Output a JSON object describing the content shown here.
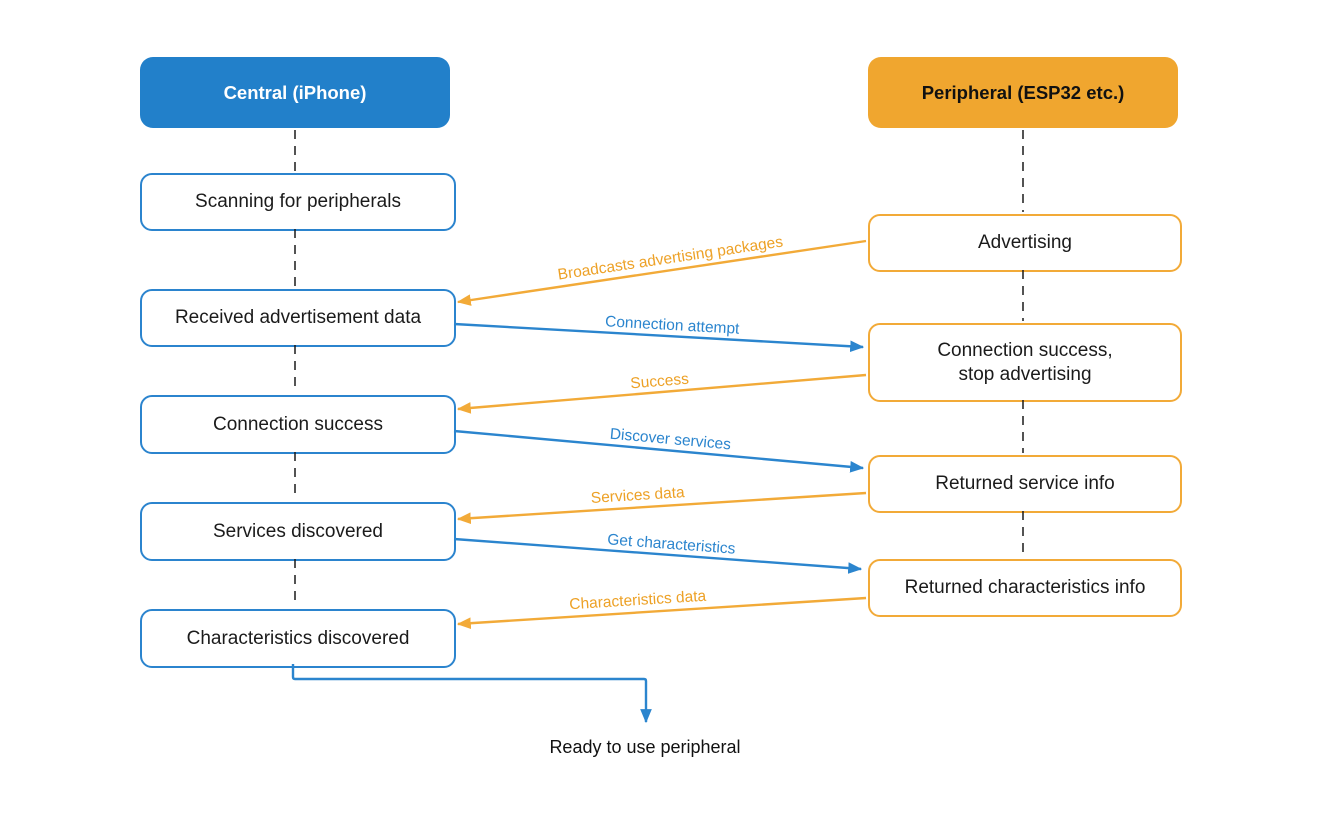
{
  "diagram": {
    "actors": [
      {
        "id": "central",
        "label": "Central (iPhone)"
      },
      {
        "id": "peripheral",
        "label": "Peripheral (ESP32 etc.)"
      }
    ],
    "central_steps": [
      "Scanning for peripherals",
      "Received advertisement data",
      "Connection success",
      "Services discovered",
      "Characteristics discovered"
    ],
    "peripheral_steps": [
      "Advertising",
      "Connection success,\nstop advertising",
      "Returned service info",
      "Returned characteristics info"
    ],
    "messages": [
      {
        "label": "Broadcasts advertising packages",
        "from": "peripheral",
        "to": "central",
        "color": "orange"
      },
      {
        "label": "Connection attempt",
        "from": "central",
        "to": "peripheral",
        "color": "blue"
      },
      {
        "label": "Success",
        "from": "peripheral",
        "to": "central",
        "color": "orange"
      },
      {
        "label": "Discover services",
        "from": "central",
        "to": "peripheral",
        "color": "blue"
      },
      {
        "label": "Services data",
        "from": "peripheral",
        "to": "central",
        "color": "orange"
      },
      {
        "label": "Get characteristics",
        "from": "central",
        "to": "peripheral",
        "color": "blue"
      },
      {
        "label": "Characteristics data",
        "from": "peripheral",
        "to": "central",
        "color": "orange"
      }
    ],
    "result_label": "Ready to use peripheral",
    "colors": {
      "central_blue": "#2280CA",
      "peripheral_orange": "#F0A62F",
      "arrow_blue": "#2B85CE",
      "arrow_orange": "#F2AA38",
      "lifeline_black": "#1A1A1A",
      "text_black": "#111111"
    }
  }
}
